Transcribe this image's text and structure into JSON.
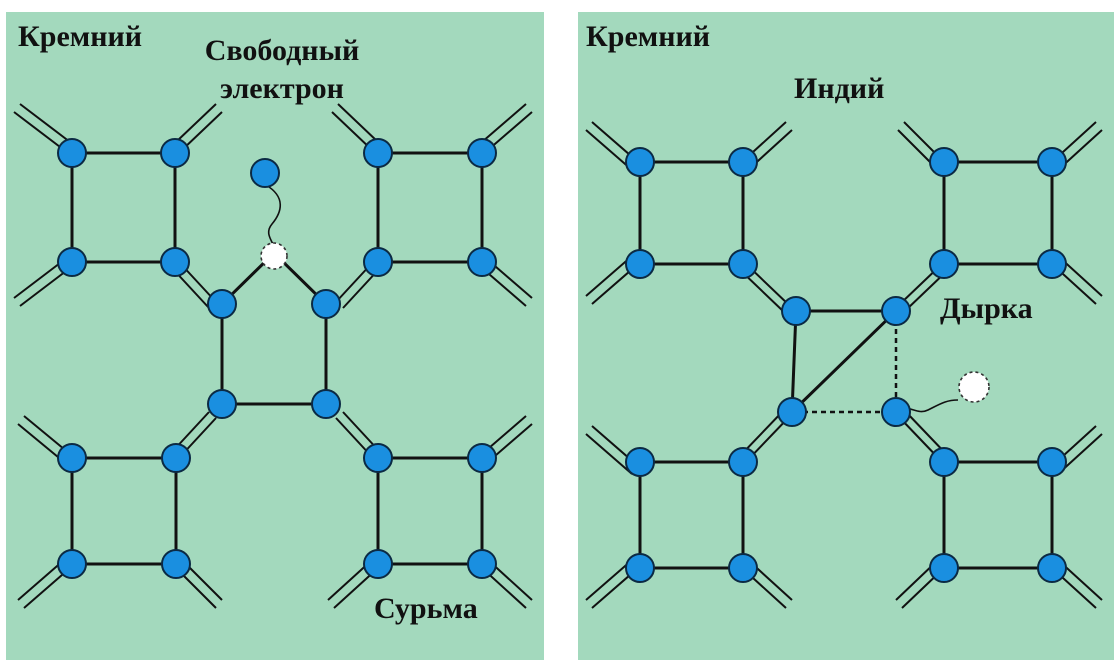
{
  "left_panel": {
    "host_label": "Кремний",
    "free_electron_line1": "Свободный",
    "free_electron_line2": "электрон",
    "dopant_label": "Сурьма"
  },
  "right_panel": {
    "host_label": "Кремний",
    "dopant_label": "Индий",
    "hole_label": "Дырка"
  },
  "colors": {
    "background": "#a3d9bd",
    "atom": "#1a8fe0",
    "bond": "#111111",
    "vacancy": "#ffffff"
  }
}
